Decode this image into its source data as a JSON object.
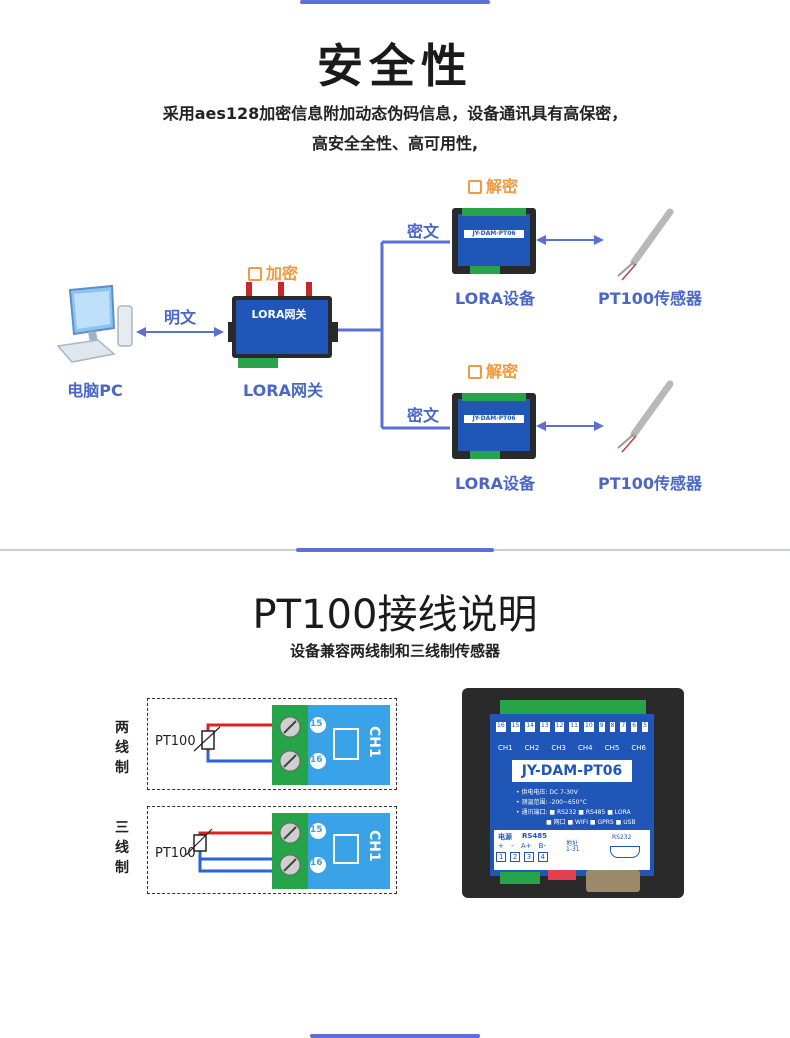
{
  "section1": {
    "title": "安全性",
    "desc_line1": "采用aes128加密信息附加动态伪码信息，设备通讯具有高保密，",
    "desc_line2": "高安全全性、高可用性,"
  },
  "diagram": {
    "pc_label": "电脑PC",
    "plain_label": "明文",
    "gateway_label": "LORA网关",
    "gateway_badge": "LORA网关",
    "encrypt_label": "加密",
    "cipher_label_top": "密文",
    "cipher_label_bottom": "密文",
    "decrypt_label_top": "解密",
    "decrypt_label_bottom": "解密",
    "device_label_top": "LORA设备",
    "device_label_bottom": "LORA设备",
    "sensor_label_top": "PT100传感器",
    "sensor_label_bottom": "PT100传感器",
    "device_model_small": "JY-DAM-PT06"
  },
  "section2": {
    "title": "PT100接线说明",
    "subtitle": "设备兼容两线制和三线制传感器"
  },
  "wiring": {
    "two_wire_label": [
      "两",
      "线",
      "制"
    ],
    "three_wire_label": [
      "三",
      "线",
      "制"
    ],
    "pt_label_two": "PT100",
    "pt_label_three": "PT100",
    "terminal_top": "15",
    "terminal_bottom": "16",
    "channel": "CH1"
  },
  "module": {
    "model": "JY-DAM-PT06",
    "channels": [
      "CH1",
      "CH2",
      "CH3",
      "CH4",
      "CH5",
      "CH6"
    ],
    "terminal_numbers": [
      "16",
      "15",
      "14",
      "13",
      "12",
      "11",
      "10",
      "9",
      "8",
      "7",
      "6",
      "5"
    ],
    "spec_power": "• 供电电压: DC 7-30V",
    "spec_range": "• 测温范围: -200~650°C",
    "spec_ports": "• 通讯端口: ■ RS232 ■ RS485 ■ LORA",
    "spec_ports2": "■ 网口 ■ WIFI ■ GPRS ■ USB",
    "power_label": "电源",
    "rs485_label": "RS485",
    "addr_label": "地址",
    "addr_range": "1-31",
    "rs232_label": "RS232",
    "pin_labels": [
      "+",
      "-",
      "A+",
      "B-"
    ],
    "pin_numbers": [
      "1",
      "2",
      "3",
      "4"
    ]
  },
  "colors": {
    "accent_blue": "#4a67c8",
    "device_blue": "#1f56b8",
    "orange": "#f29a3f",
    "terminal_green": "#27a34a",
    "wire_red": "#e02020",
    "wire_blue": "#2a62d8"
  }
}
